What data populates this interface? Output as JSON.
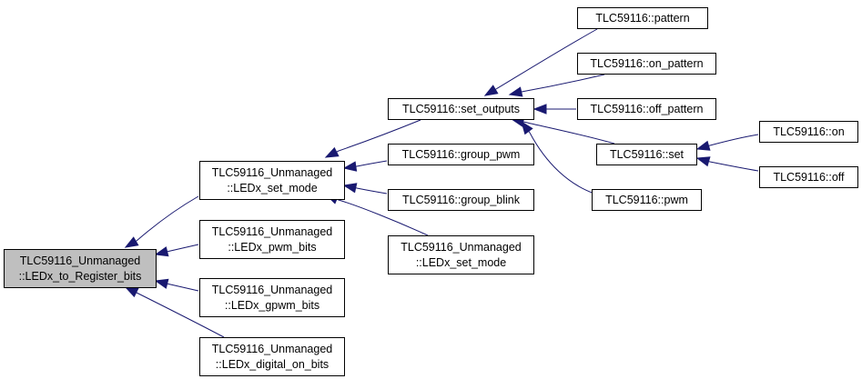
{
  "colors": {
    "edge": "#191970",
    "root_fill": "#bfbfbf",
    "node_fill": "#ffffff",
    "node_border": "#000000"
  },
  "nodes": {
    "root": [
      "TLC59116_Unmanaged",
      "::LEDx_to_Register_bits"
    ],
    "set_mode": [
      "TLC59116_Unmanaged",
      "::LEDx_set_mode"
    ],
    "pwm_bits": [
      "TLC59116_Unmanaged",
      "::LEDx_pwm_bits"
    ],
    "gpwm_bits": [
      "TLC59116_Unmanaged",
      "::LEDx_gpwm_bits"
    ],
    "digital_on_bits": [
      "TLC59116_Unmanaged",
      "::LEDx_digital_on_bits"
    ],
    "set_outputs": [
      "TLC59116::set_outputs"
    ],
    "group_pwm": [
      "TLC59116::group_pwm"
    ],
    "group_blink": [
      "TLC59116::group_blink"
    ],
    "set_mode2": [
      "TLC59116_Unmanaged",
      "::LEDx_set_mode"
    ],
    "pattern": [
      "TLC59116::pattern"
    ],
    "on_pattern": [
      "TLC59116::on_pattern"
    ],
    "off_pattern": [
      "TLC59116::off_pattern"
    ],
    "set": [
      "TLC59116::set"
    ],
    "pwm": [
      "TLC59116::pwm"
    ],
    "on": [
      "TLC59116::on"
    ],
    "off": [
      "TLC59116::off"
    ]
  }
}
